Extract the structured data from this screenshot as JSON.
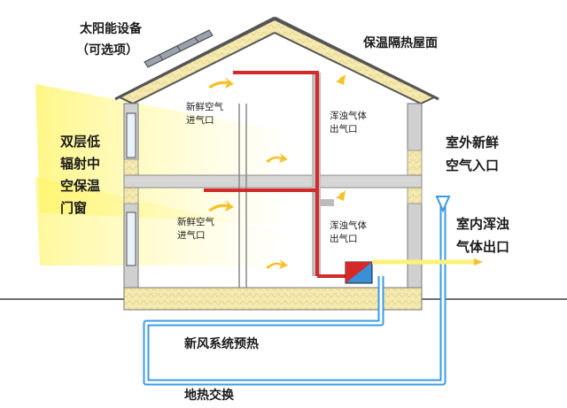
{
  "labels": {
    "solar": "太阳能设备",
    "solar_optional": "（可选项）",
    "roof": "保温隔热屋面",
    "window": [
      "双层低",
      "辐射中",
      "空保温",
      "门窗"
    ],
    "fresh_inlet_upper": [
      "新鲜空气",
      "进气口"
    ],
    "exhaust_outlet_upper": [
      "浑浊气体",
      "出气口"
    ],
    "fresh_inlet_lower": [
      "新鲜空气",
      "进气口"
    ],
    "exhaust_outlet_lower": [
      "浑浊气体",
      "出气口"
    ],
    "outdoor_fresh_air": [
      "室外新鲜",
      "空气入口"
    ],
    "indoor_exhaust": [
      "室内浑浊",
      "气体出口"
    ],
    "preheat": "新风系统预热",
    "geothermal": "地热交换"
  },
  "colors": {
    "insulation": "#f4e9b0",
    "wall_gray": "#c9c9c9",
    "roof_dark": "#555555",
    "supply_duct": "#d42a2a",
    "exhaust_duct": "#bcbcbc",
    "ground_pipe": "#3b9be3",
    "sunlight": "#fff56a",
    "flow_arrow": "#f6c12a"
  },
  "icons": [
    "solar-panel-icon",
    "heat-exchanger-icon",
    "flow-arrow-icon"
  ]
}
